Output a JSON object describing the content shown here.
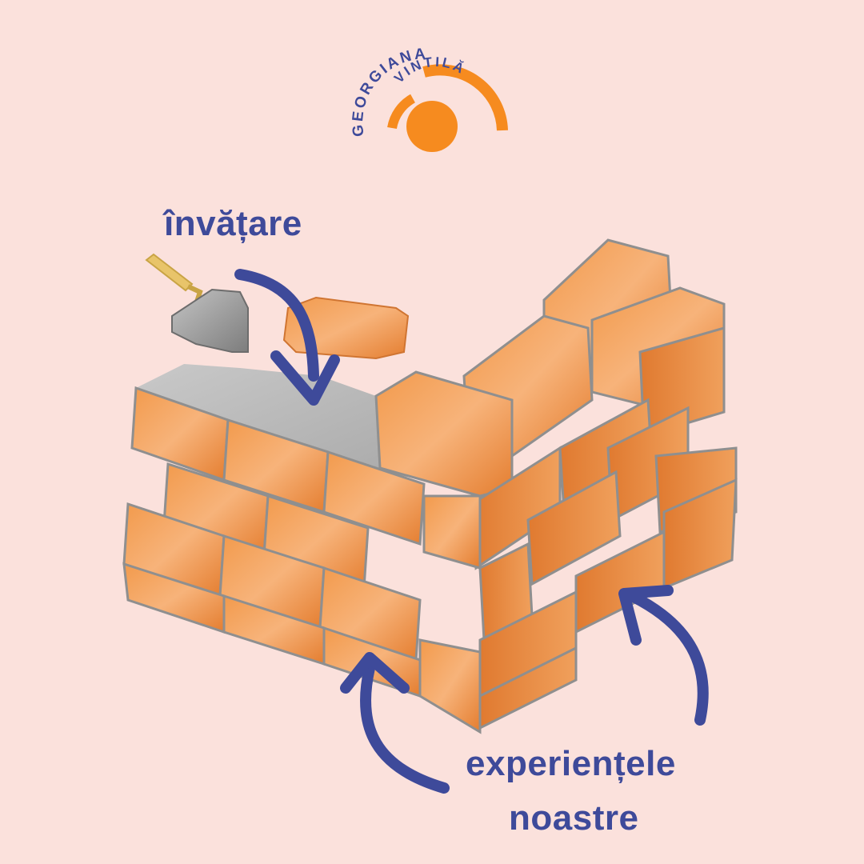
{
  "logo": {
    "line1": "GEORGIANA",
    "line2": "VINTILĂ",
    "sun_color": "#f68b1f",
    "text_color": "#3e4a9a"
  },
  "labels": {
    "top": "învățare",
    "bottom_line1": "experiențele",
    "bottom_line2": "noastre"
  },
  "colors": {
    "background": "#fbe1dc",
    "brick": "#ec8a3c",
    "brick_light": "#f4a766",
    "mortar": "#b9b9b9",
    "arrow": "#3e4a9a",
    "trowel_blade": "#9a9a9a",
    "trowel_handle": "#e8c46a"
  }
}
